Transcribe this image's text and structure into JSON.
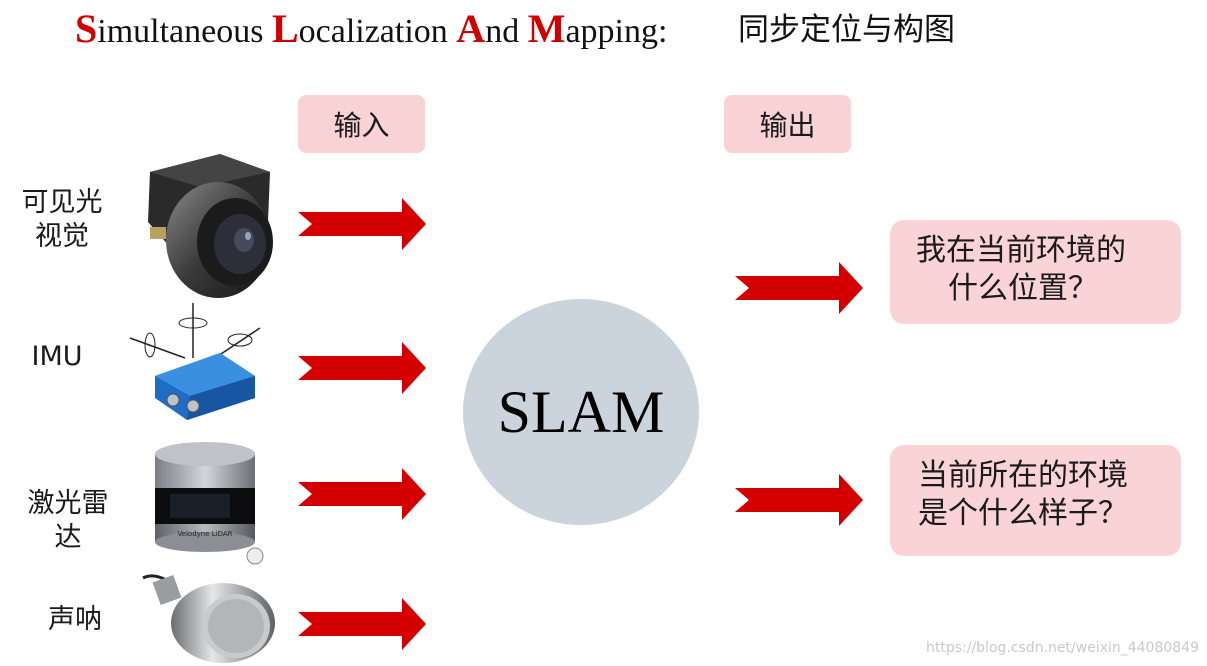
{
  "title": {
    "s_cap": "S",
    "s_rest": "imultaneous ",
    "l_cap": "L",
    "l_rest": "ocalization ",
    "a_cap": "A",
    "a_rest": "nd ",
    "m_cap": "M",
    "m_rest": "apping:",
    "chinese": "同步定位与构图"
  },
  "input_label": "输入",
  "output_label": "输出",
  "sensors": [
    {
      "line1": "可见光",
      "line2": "视觉",
      "icon": "camera-icon"
    },
    {
      "line1": "IMU",
      "line2": "",
      "icon": "imu-icon"
    },
    {
      "line1": "激光雷",
      "line2": "达",
      "icon": "lidar-icon"
    },
    {
      "line1": "声呐",
      "line2": "",
      "icon": "sonar-icon"
    }
  ],
  "center": "SLAM",
  "outputs": [
    {
      "line1": "我在当前环境的",
      "line2": "什么位置？"
    },
    {
      "line1": "当前所在的环境",
      "line2": "是个什么样子？"
    }
  ],
  "watermark": "https://blog.csdn.net/weixin_44080849",
  "colors": {
    "accent": "#d10000",
    "pill": "#f8d2d5",
    "circle": "#cbd3dc",
    "arrow": "#d40000"
  }
}
